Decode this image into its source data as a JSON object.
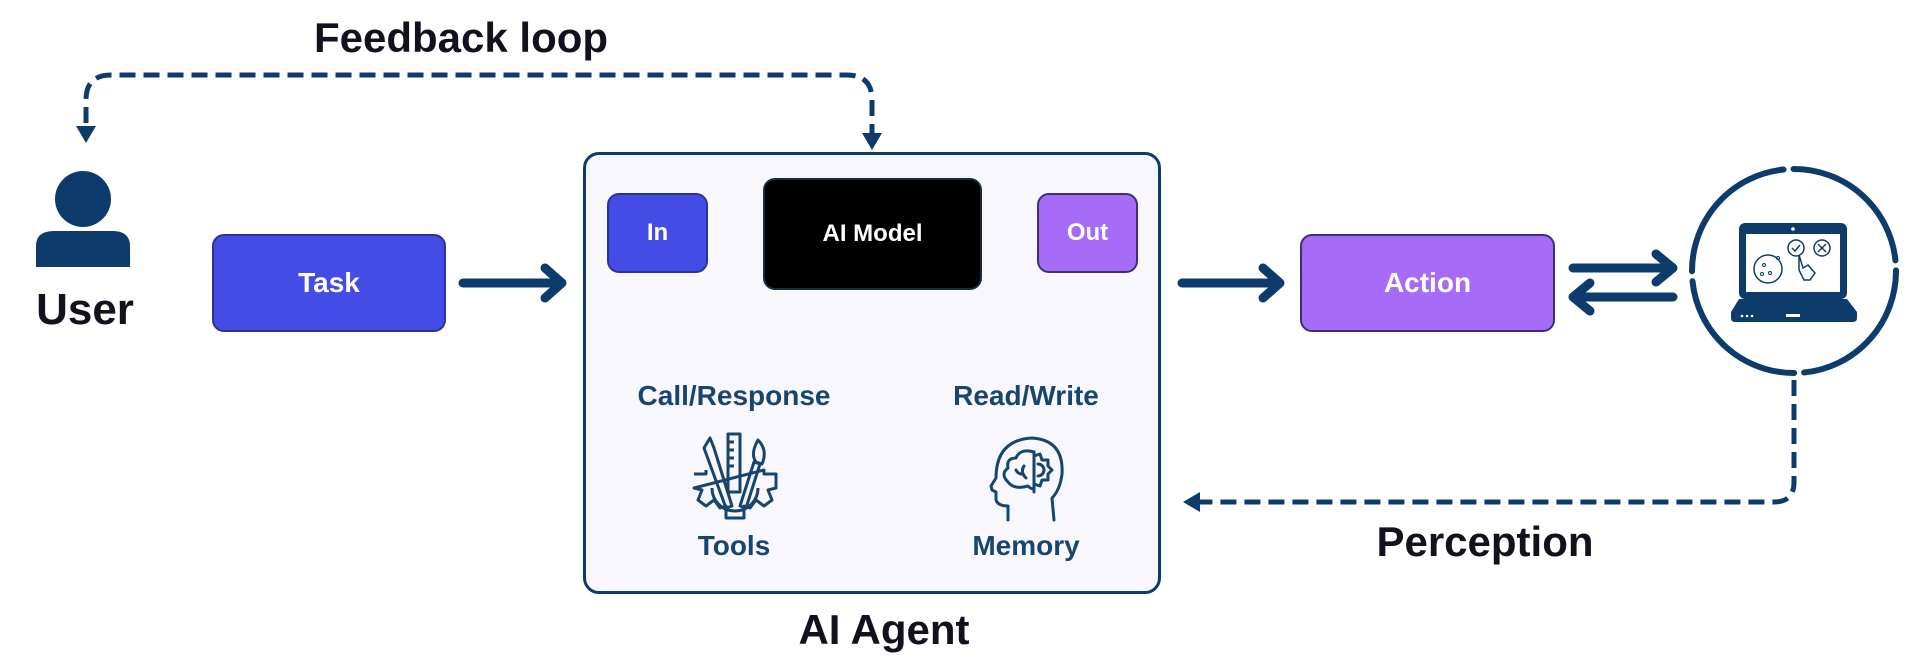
{
  "title": "AI Agent",
  "labels": {
    "feedback_loop": "Feedback loop",
    "user": "User",
    "perception": "Perception",
    "ai_agent": "AI Agent"
  },
  "nodes": {
    "task": "Task",
    "in": "In",
    "ai_model": "AI Model",
    "out": "Out",
    "action": "Action"
  },
  "agent_parts": {
    "call_response": "Call/Response",
    "read_write": "Read/Write",
    "tools": "Tools",
    "memory": "Memory"
  },
  "icons": {
    "user": "user-icon",
    "tools": "tools-gear-icon",
    "memory": "brain-head-icon",
    "environment": "laptop-icon"
  },
  "colors": {
    "navy": "#0d3b6b",
    "task_blue": "#434de6",
    "in_blue": "#434de6",
    "model_black": "#000000",
    "out_purple": "#a66cf8",
    "action_purple": "#a66cf8",
    "agent_bg": "#f8f7fd"
  }
}
